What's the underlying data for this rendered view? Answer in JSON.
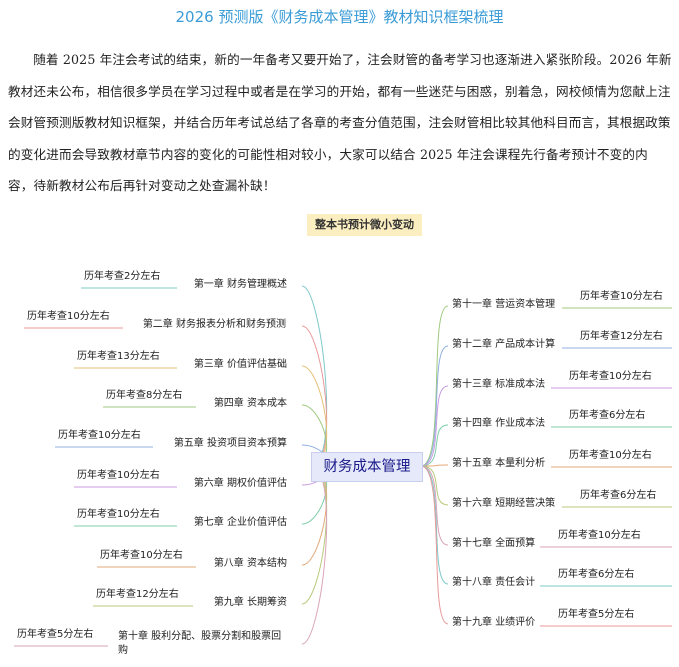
{
  "title": "2026 预测版《财务成本管理》教材知识框架梳理",
  "intro": "随着 2025 年注会考试的结束，新的一年备考又要开始了，注会财管的备考学习也逐渐进入紧张阶段。2026 年新教材还未公布，相信很多学员在学习过程中或者是在学习的开始，都有一些迷茫与困惑，别着急，网校倾情为您献上注会财管预测版教材知识框架，并结合历年考试总结了各章的考查分值范围，注会财管相比较其他科目而言，其根据政策的变化进而会导致教材章节内容的变化的可能性相对较小，大家可以结合 2025 年注会课程先行备考预计不变的内容，待新教材公布后再针对变动之处查漏补缺！",
  "badge": "整本书预计微小变动",
  "center": "财务成本管理",
  "left_chapters": [
    {
      "chapter": "第一章 财务管理概述",
      "score": "历年考查2分左右"
    },
    {
      "chapter": "第二章 财务报表分析和财务预测",
      "score": "历年考查10分左右"
    },
    {
      "chapter": "第三章 价值评估基础",
      "score": "历年考查13分左右"
    },
    {
      "chapter": "第四章 资本成本",
      "score": "历年考查8分左右"
    },
    {
      "chapter": "第五章 投资项目资本预算",
      "score": "历年考查10分左右"
    },
    {
      "chapter": "第六章 期权价值评估",
      "score": "历年考查10分左右"
    },
    {
      "chapter": "第七章 企业价值评估",
      "score": "历年考查10分左右"
    },
    {
      "chapter": "第八章 资本结构",
      "score": "历年考查10分左右"
    },
    {
      "chapter": "第九章 长期筹资",
      "score": "历年考查12分左右"
    },
    {
      "chapter": "第十章 股利分配、股票分割和股票回购",
      "score": "历年考查5分左右"
    }
  ],
  "right_chapters": [
    {
      "chapter": "第十一章 营运资本管理",
      "score": "历年考查10分左右"
    },
    {
      "chapter": "第十二章 产品成本计算",
      "score": "历年考查12分左右"
    },
    {
      "chapter": "第十三章 标准成本法",
      "score": "历年考查10分左右"
    },
    {
      "chapter": "第十四章 作业成本法",
      "score": "历年考查6分左右"
    },
    {
      "chapter": "第十五章 本量利分析",
      "score": "历年考查10分左右"
    },
    {
      "chapter": "第十六章 短期经营决策",
      "score": "历年考查6分左右"
    },
    {
      "chapter": "第十七章 全面预算",
      "score": "历年考查10分左右"
    },
    {
      "chapter": "第十八章 责任会计",
      "score": "历年考查6分左右"
    },
    {
      "chapter": "第十九章 业绩评价",
      "score": "历年考查5分左右"
    }
  ],
  "colors": {
    "title": "#3a9bd6",
    "badge_bg": "#fbeec0",
    "center_bg": "#e6e9fa",
    "branch_colors": [
      "#7fc8c8",
      "#e89a9a",
      "#e6c27a",
      "#9fc97f",
      "#8fb0e0",
      "#c99be0",
      "#7fcfa8",
      "#e2a97a",
      "#b7c97a",
      "#d9a3b8"
    ]
  }
}
